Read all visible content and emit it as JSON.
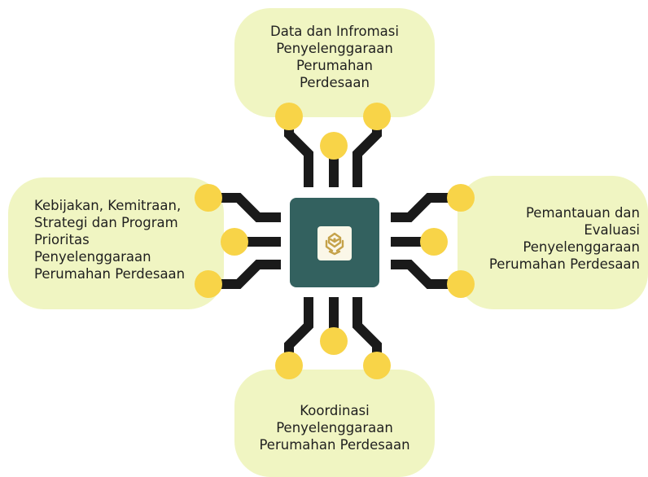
{
  "nodes": {
    "top": {
      "label": "Data dan Infromasi\nPenyelenggaraan\nPerumahan\nPerdesaan"
    },
    "left": {
      "label": "Kebijakan, Kemitraan,\nStrategi dan Program\nPrioritas\nPenyelenggaraan\nPerumahan Perdesaan"
    },
    "right": {
      "label": "Pemantauan dan\nEvaluasi\nPenyelenggaraan\nPerumahan Perdesaan"
    },
    "bottom": {
      "label": "Koordinasi\nPenyelenggaraan\nPerumahan Perdesaan"
    }
  },
  "chip": {
    "icon": "emblem-logo-icon"
  },
  "colors": {
    "box_fill": "#f0f5c2",
    "chip": "#33615f",
    "connector": "#1a1a1a",
    "pin": "#f8d448",
    "text": "#1f1f1f"
  }
}
